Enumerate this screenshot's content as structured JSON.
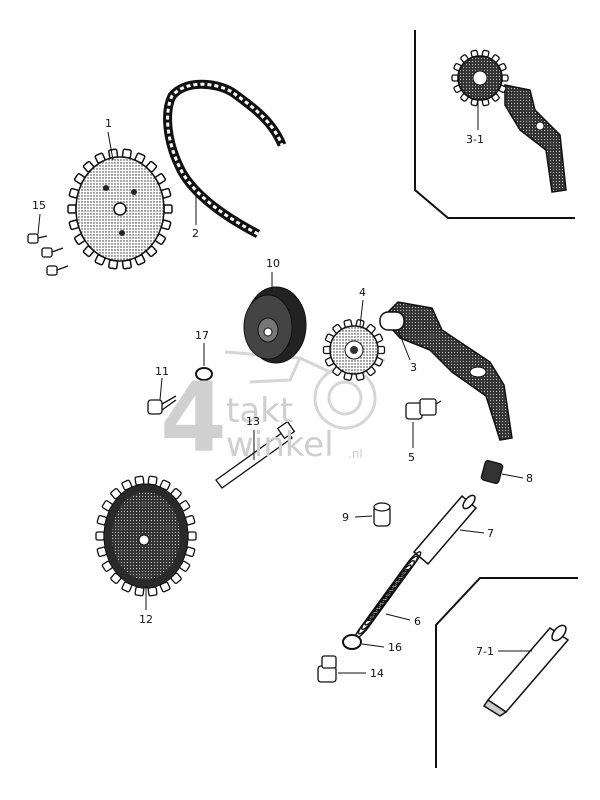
{
  "labels": {
    "p1": "1",
    "p2": "2",
    "p3": "3",
    "p3_1": "3-1",
    "p4": "4",
    "p5": "5",
    "p6": "6",
    "p7": "7",
    "p7_1": "7-1",
    "p8": "8",
    "p9": "9",
    "p10": "10",
    "p11": "11",
    "p12": "12",
    "p13": "13",
    "p14": "14",
    "p15": "15",
    "p16": "16",
    "p17": "17"
  },
  "watermark": {
    "digit": "4",
    "line1": "takt",
    "line2": "winkel",
    "suffix": ".nl"
  }
}
